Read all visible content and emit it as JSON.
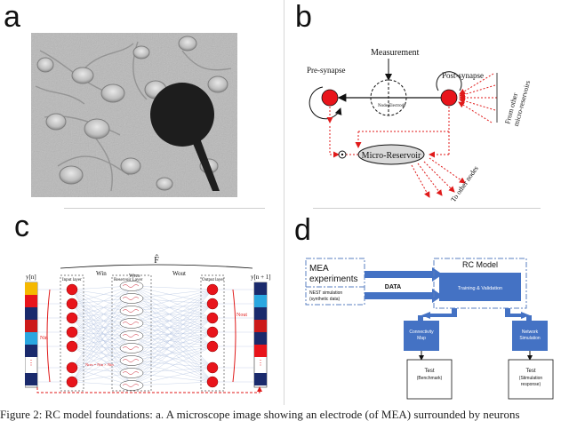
{
  "figure": {
    "panel_a": {
      "letter": "a"
    },
    "panel_b": {
      "letter": "b",
      "measurement": "Measurement",
      "pre_synapse": "Pre-synapse",
      "post_synapse": "Post-synapse",
      "node_electrode": "Node/Electrode",
      "micro_reservoir": "Micro-Reservoir",
      "from_other": "From other",
      "micro_reservoirs": "micro-reservoirs",
      "to_other_nodes": "To other nodes"
    },
    "panel_c": {
      "letter": "c",
      "f_hat": "F̂",
      "w_in": "Win",
      "w_res": "Wres",
      "w_out": "Wout",
      "input_layer": "Input layer",
      "reservoir_layer": "Reservoir Layer",
      "output_layer": "Output layer",
      "y_n": "y[n]",
      "y_n1": "y[n + 1]",
      "n_in": "Nin",
      "n_out": "Nout",
      "n_res": "Nres = Nin × Nin"
    },
    "panel_d": {
      "letter": "d",
      "mea_line1": "MEA",
      "mea_line2": "experiments",
      "nest_line1": "NEST simulation",
      "nest_line2": "(synthetic data)",
      "data": "DATA",
      "rc_model": "RC Model",
      "training": "Training & Validation",
      "connectivity_line1": "Connectivity",
      "connectivity_line2": "Map",
      "network_line1": "Network",
      "network_line2": "Simulation",
      "test1_line1": "Test",
      "test1_line2": "(Benchmark)",
      "test2_line1": "Test",
      "test2_line2": "(Stimulation",
      "test2_line3": "response)"
    },
    "caption": "Figure 2: RC model foundations: a. A microscope image showing an electrode (of MEA) surrounded by neurons"
  },
  "colors": {
    "neuron_red": "#e8141b",
    "arrow_red": "#e01a1a",
    "box_blue": "#4472c4",
    "dash_blue": "#5a7fc0"
  }
}
